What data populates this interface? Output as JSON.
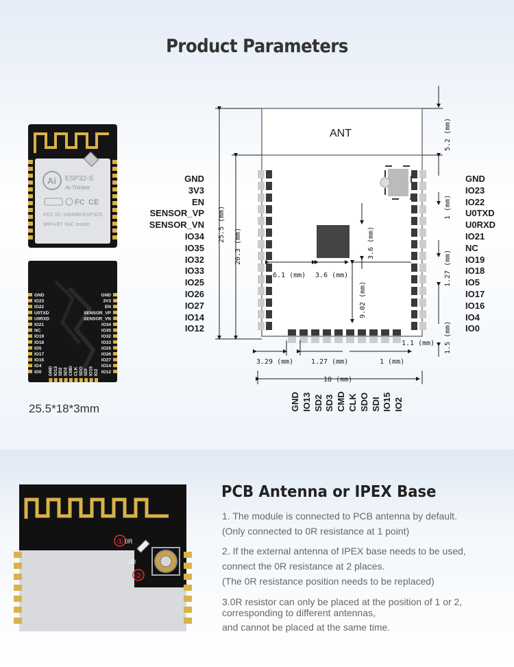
{
  "title": "Product Parameters",
  "module_size": "25.5*18*3mm",
  "module_front": {
    "chip_name": "ESP32-S",
    "brand": "Ai-Thinker",
    "fcc": "FCC ID: 2AHMR-ESP32S",
    "wifi_text": "WiFi+BT SoC Inside",
    "logo": "Ai"
  },
  "module_back": {
    "pins_left": [
      "GND",
      "IO23",
      "IO22",
      "U0TXD",
      "U0RXD",
      "IO21",
      "NC",
      "IO19",
      "IO18",
      "IO5",
      "IO17",
      "IO16",
      "IO4",
      "IO0"
    ],
    "pins_right": [
      "GND",
      "3V3",
      "EN",
      "SENSOR_VP",
      "SENSOR_VN",
      "IO34",
      "IO35",
      "IO32",
      "IO33",
      "IO25",
      "IO26",
      "IO27",
      "IO14",
      "IO12"
    ],
    "pins_bottom": [
      "IO2",
      "IO15",
      "SDI",
      "SDO",
      "CLK",
      "CMD",
      "SD3",
      "SD2",
      "IO13",
      "GND"
    ]
  },
  "diagram": {
    "ant_label": "ANT",
    "left_pins": [
      "GND",
      "3V3",
      "EN",
      "SENSOR_VP",
      "SENSOR_VN",
      "IO34",
      "IO35",
      "IO32",
      "IO33",
      "IO25",
      "IO26",
      "IO27",
      "IO14",
      "IO12"
    ],
    "right_pins": [
      "GND",
      "IO23",
      "IO22",
      "U0TXD",
      "U0RXD",
      "IO21",
      "NC",
      "IO19",
      "IO18",
      "IO5",
      "IO17",
      "IO16",
      "IO4",
      "IO0"
    ],
    "bottom_pins": [
      "GND",
      "IO13",
      "SD2",
      "SD3",
      "CMD",
      "CLK",
      "SDO",
      "SDI",
      "IO15",
      "IO2"
    ],
    "dims": {
      "d_25_5": "25.5 (mm)",
      "d_20_3": "20.3 (mm)",
      "d_5_2": "5.2 (mm)",
      "d_1": "1 (mm)",
      "d_1_27_right": "1.27 (mm)",
      "d_1_5": "1.5 (mm)",
      "d_1_1": "1.1 (mm)",
      "d_3_6_v": "3.6 (mm)",
      "d_6_1": "6.1 (mm)",
      "d_3_6_h": "3.6 (mm)",
      "d_9_02": "9.02 (mm)",
      "d_3_29": "3.29 (mm)",
      "d_1_27_bottom": "1.27 (mm)",
      "d_1_bottom": "1 (mm)",
      "d_18": "18 (mm)"
    }
  },
  "pcb_section": {
    "title": "PCB Antenna or IPEX Base",
    "marker_1": "①",
    "marker_2": "②",
    "resistor_label_1": "0R",
    "resistor_label_2": "0R",
    "lines": [
      "1. The module is connected to PCB antenna by default.",
      "(Only connected to 0R resistance at 1 point)",
      "2. If the external antenna of IPEX base needs to be used,",
      "connect the 0R resistance at 2 places.",
      "(The 0R resistance position needs to be replaced)",
      "3.0R resistor can only be placed at the position of 1 or 2,",
      "corresponding to different antennas,",
      "and cannot be placed at the same time."
    ]
  },
  "colors": {
    "pcb_black": "#111111",
    "gold": "#d9b24a",
    "shield": "#d8dade",
    "grid_pad": "#cccccc",
    "dark_pad": "#3a3a3a"
  }
}
